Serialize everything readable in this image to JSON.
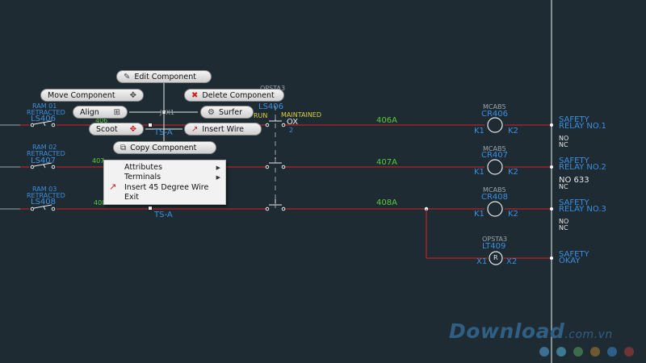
{
  "labels": {
    "opsta3_top": "OPSTA3",
    "ls406_top": "LS406",
    "run": "RUN",
    "maintained": "MAINTAINED",
    "ox": "OX",
    "two": "2",
    "jx1": "J6X1",
    "ts_a_1": "TS-A",
    "ts_a_3": "TS-A",
    "w406": "406",
    "w407": "407",
    "w408": "408",
    "r1_ram": "RAM 01",
    "r1_ret": "RETRACTED",
    "r1_ls": "LS406",
    "r2_ram": "RAM 02",
    "r2_ret": "RETRACTED",
    "r2_ls": "LS407",
    "r3_ram": "RAM 03",
    "r3_ret": "RETRACTED",
    "r3_ls": "LS408",
    "wire_406a": "406A",
    "wire_407a": "407A",
    "wire_408a": "408A",
    "c1_mcab": "MCAB5",
    "c1_cr": "CR406",
    "c1_k1": "K1",
    "c1_k2": "K2",
    "c2_mcab": "MCAB5",
    "c2_cr": "CR407",
    "c2_k1": "K1",
    "c2_k2": "K2",
    "c3_mcab": "MCAB5",
    "c3_cr": "CR408",
    "c3_k1": "K1",
    "c3_k2": "K2",
    "c4_opsta": "OPSTA3",
    "c4_lt": "LT409",
    "c4_x1": "X1",
    "c4_x2": "X2",
    "c4_r": "R",
    "s1_a": "SAFETY",
    "s1_b": "RELAY NO.1",
    "s1_no": "NO",
    "s1_nc": "NC",
    "s2_a": "SAFETY",
    "s2_b": "RELAY NO.2",
    "s2_no": "NO 633",
    "s2_nc": "NC",
    "s3_a": "SAFETY",
    "s3_b": "RELAY NO.3",
    "s3_no": "NO",
    "s3_nc": "NC",
    "s4_a": "SAFETY",
    "s4_b": "OKAY"
  },
  "marking_menu": {
    "edit": "Edit Component",
    "move": "Move Component",
    "delete": "Delete Component",
    "align": "Align",
    "surfer": "Surfer",
    "scoot": "Scoot",
    "insert_wire": "Insert Wire",
    "copy": "Copy Component"
  },
  "context_menu": {
    "attributes": "Attributes",
    "terminals": "Terminals",
    "insert45": "Insert 45 Degree Wire",
    "exit": "Exit"
  },
  "watermark": {
    "main": "Download",
    "suffix": ".com.vn"
  },
  "colors": {
    "background": "#1f2b33",
    "wire": "#d42020",
    "text_blue": "#3b8fe0",
    "wire_label": "#57c93a"
  }
}
